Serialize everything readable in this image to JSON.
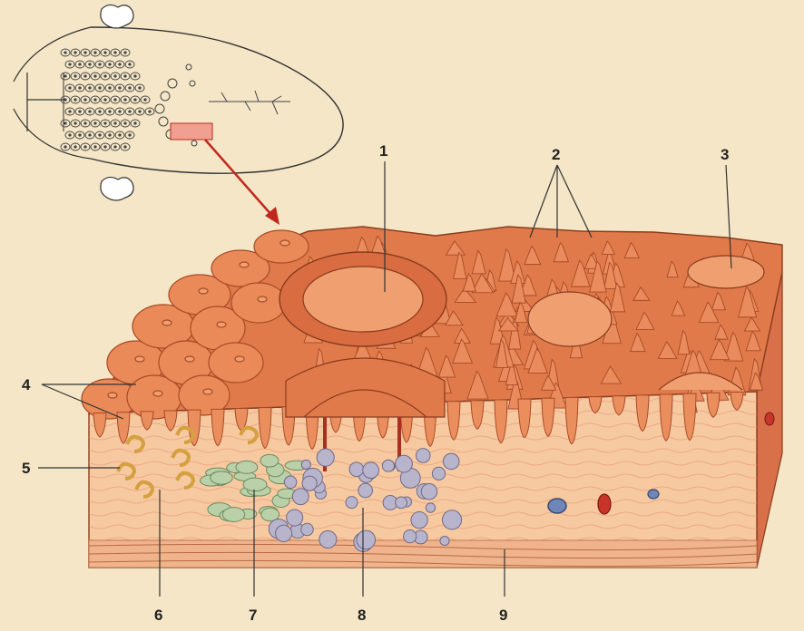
{
  "labels": [
    {
      "id": "1",
      "text": "1"
    },
    {
      "id": "2",
      "text": "2"
    },
    {
      "id": "3",
      "text": "3"
    },
    {
      "id": "4",
      "text": "4"
    },
    {
      "id": "5",
      "text": "5"
    },
    {
      "id": "6",
      "text": "6"
    },
    {
      "id": "7",
      "text": "7"
    },
    {
      "id": "8",
      "text": "8"
    },
    {
      "id": "9",
      "text": "9"
    }
  ],
  "colors": {
    "background": "#f4e6c6",
    "epithelium": "#e07a4a",
    "epithelium_dark": "#b04a28",
    "lamina_propria": "#f6c9a0",
    "serous_glands": "#dcb050",
    "mucous_glands": "#b9d0a8",
    "lymphoid": "#b8b4cc",
    "vessel_blue": "#6e86b8",
    "vessel_red": "#c8342a",
    "arrow": "#c0281e",
    "outline": "#333333"
  },
  "icons": {
    "arrow": "red-arrow-icon",
    "inset": "tongue-outline-icon"
  }
}
